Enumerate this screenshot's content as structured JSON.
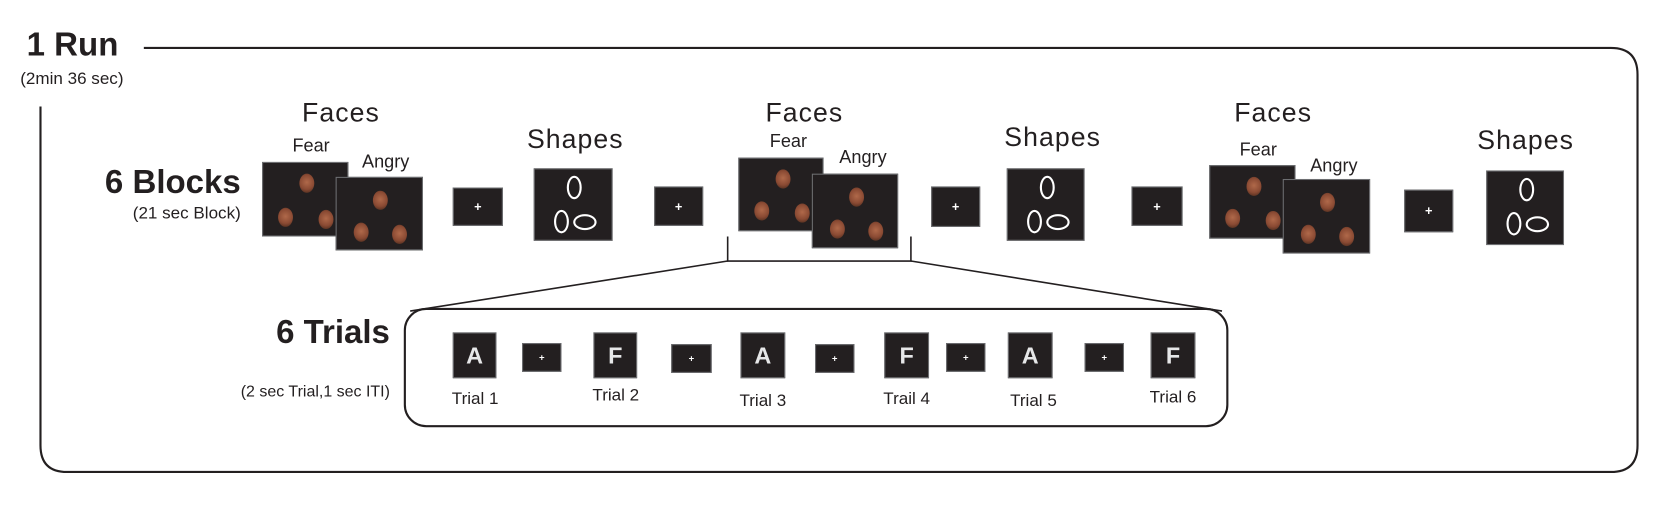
{
  "run": {
    "title": "1 Run",
    "duration": "(2min 36 sec)"
  },
  "blocks": {
    "title": "6 Blocks",
    "duration": "(21 sec Block)",
    "faces_label": "Faces",
    "shapes_label": "Shapes",
    "fear_label": "Fear",
    "angry_label": "Angry",
    "fixation": "+"
  },
  "trials": {
    "title": "6 Trials",
    "duration": "(2 sec Trial,1 sec ITI)",
    "items": [
      {
        "letter": "A",
        "label": "Trial 1"
      },
      {
        "letter": "F",
        "label": "Trial 2"
      },
      {
        "letter": "A",
        "label": "Trial 3"
      },
      {
        "letter": "F",
        "label": "Trail 4"
      },
      {
        "letter": "A",
        "label": "Trial 5"
      },
      {
        "letter": "F",
        "label": "Trial 6"
      }
    ]
  },
  "colors": {
    "stimulus_bg": "#231f20",
    "line": "#231f20"
  }
}
